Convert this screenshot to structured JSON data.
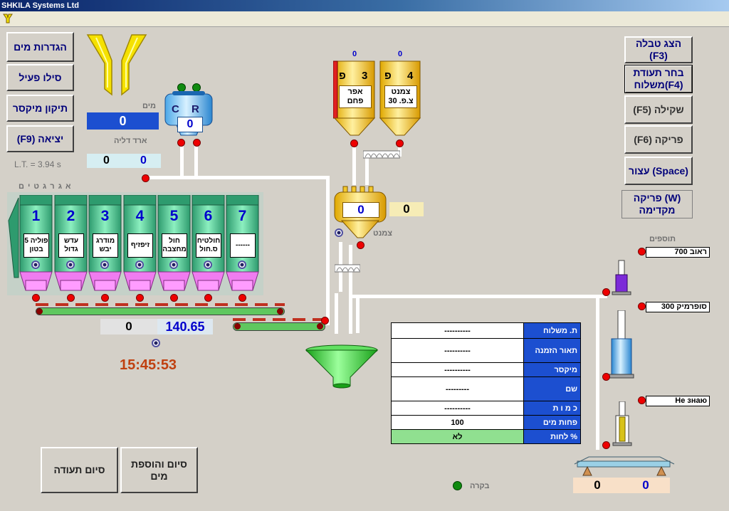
{
  "window": {
    "title": "SHKILA Systems Ltd"
  },
  "left_buttons": {
    "water_settings": "הגדרות מים",
    "active_silo": "סילו פעיל",
    "mixer_repair": "תיקון מיקסר",
    "exit": "(F9) יציאה"
  },
  "lt": "L.T. = 3.94 s",
  "water": {
    "label": "מים",
    "value": "0"
  },
  "cr_tank": {
    "c": "C",
    "r": "R",
    "value": "0"
  },
  "bucket": {
    "label": "ארד דליה",
    "value_left": "0",
    "value_right": "0"
  },
  "aggregates": {
    "label": "א ג ר ג ט י ם",
    "silos": [
      {
        "num": "1",
        "name": "פוליה 5 בטון"
      },
      {
        "num": "2",
        "name": "עדש גדול"
      },
      {
        "num": "3",
        "name": "מודרג יבש"
      },
      {
        "num": "4",
        "name": "זיפזיף"
      },
      {
        "num": "5",
        "name": "חול מחצבה"
      },
      {
        "num": "6",
        "name": "חולטיח ס.חול"
      },
      {
        "num": "7",
        "name": "------"
      }
    ],
    "scale_left": "0",
    "scale_right": "140.65"
  },
  "clock": "15:45:53",
  "cement_silos": [
    {
      "count": "0",
      "letter": "פ",
      "num": "3",
      "name": "אפר פחם"
    },
    {
      "count": "0",
      "letter": "פ",
      "num": "4",
      "name": "צמנט צ.פ. 30"
    }
  ],
  "cement_scale": {
    "value": "0",
    "value2": "0",
    "label": "צמנט"
  },
  "right_buttons": {
    "show_table": "הצג טבלה (F3)",
    "choose_cert": "בחר תעודת משלוח(F4)",
    "weighing": "(F5) שקילה",
    "unloading": "(F6) פריקה",
    "stop": "עצור (Space)",
    "pre_unload": "פריקה (W) מקדימה"
  },
  "additives": {
    "label": "תוספים",
    "items": [
      "ראוב 700",
      "סופרמיק 300",
      "Не знаю"
    ]
  },
  "bottom_scale": {
    "left": "0",
    "right": "0"
  },
  "info_table": [
    {
      "key": "ת. משלוח",
      "value": "----------"
    },
    {
      "key": "תאור הזמנה",
      "value": "----------"
    },
    {
      "key": "מיקסר",
      "value": "----------"
    },
    {
      "key": "שם",
      "value": "---------"
    },
    {
      "key": "כ מ ו ת",
      "value": "----------"
    },
    {
      "key": "פחות מים",
      "value": "100"
    },
    {
      "key": "לחות %",
      "value": "לא"
    }
  ],
  "control": {
    "label": "בקרה"
  },
  "bottom_buttons": {
    "finish_cert": "סיום תעודה",
    "finish_add_water": "סיום והוספת מים"
  },
  "colors": {
    "silo_green": "#48b58a",
    "cement_yellow": "#f2c72a",
    "funnel_green": "#38d838",
    "pipe": "#ffffff"
  }
}
